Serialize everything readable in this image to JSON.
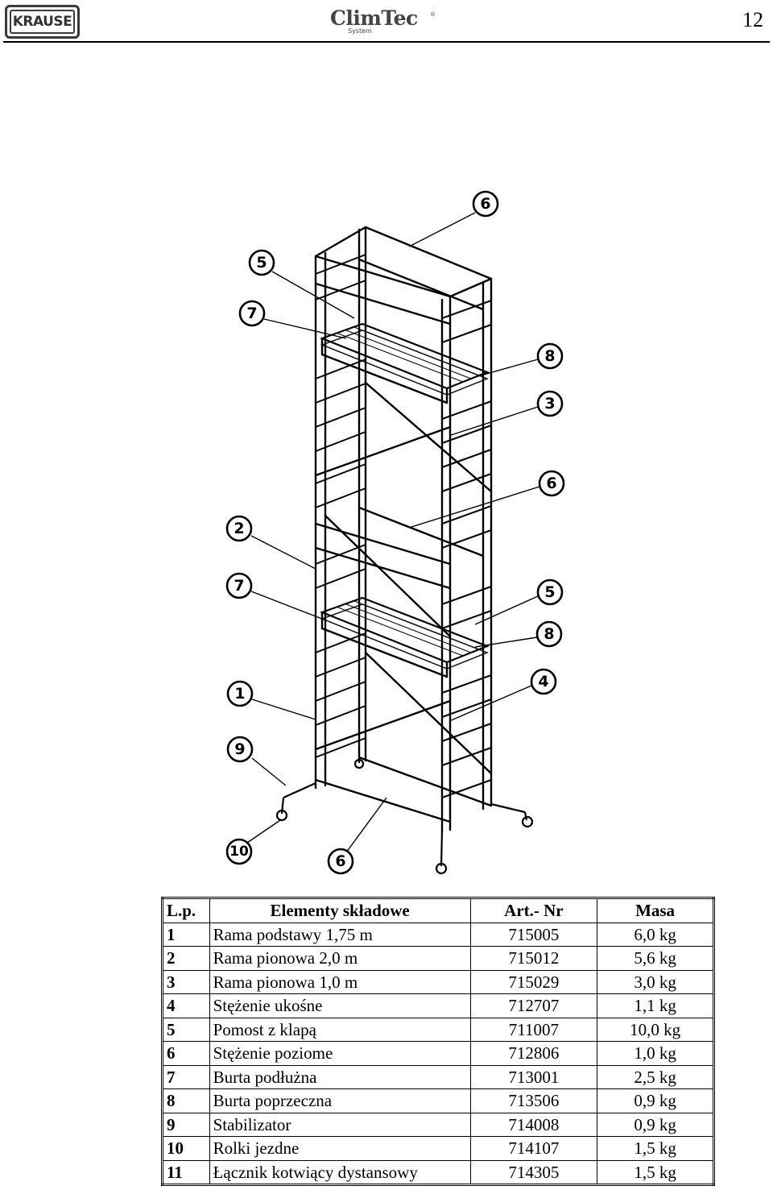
{
  "header": {
    "logo_left": "KRAUSE",
    "logo_center": "ClimTec",
    "logo_center_sub": "System",
    "page_number": "12"
  },
  "callouts": [
    {
      "label": "6"
    },
    {
      "label": "5"
    },
    {
      "label": "7"
    },
    {
      "label": "8"
    },
    {
      "label": "3"
    },
    {
      "label": "6"
    },
    {
      "label": "2"
    },
    {
      "label": "7"
    },
    {
      "label": "5"
    },
    {
      "label": "8"
    },
    {
      "label": "4"
    },
    {
      "label": "1"
    },
    {
      "label": "9"
    },
    {
      "label": "10"
    },
    {
      "label": "6"
    }
  ],
  "table": {
    "headers": {
      "lp": "L.p.",
      "name": "Elementy składowe",
      "art": "Art.- Nr",
      "mass": "Masa"
    },
    "rows": [
      {
        "lp": "1",
        "name": "Rama podstawy 1,75 m",
        "art": "715005",
        "mass": "6,0 kg"
      },
      {
        "lp": "2",
        "name": "Rama pionowa 2,0 m",
        "art": "715012",
        "mass": "5,6 kg"
      },
      {
        "lp": "3",
        "name": "Rama pionowa 1,0 m",
        "art": "715029",
        "mass": "3,0 kg"
      },
      {
        "lp": "4",
        "name": "Stężenie ukośne",
        "art": "712707",
        "mass": "1,1 kg"
      },
      {
        "lp": "5",
        "name": "Pomost z klapą",
        "art": "711007",
        "mass": "10,0 kg"
      },
      {
        "lp": "6",
        "name": "Stężenie poziome",
        "art": "712806",
        "mass": "1,0 kg"
      },
      {
        "lp": "7",
        "name": "Burta podłużna",
        "art": "713001",
        "mass": "2,5 kg"
      },
      {
        "lp": "8",
        "name": "Burta poprzeczna",
        "art": "713506",
        "mass": "0,9 kg"
      },
      {
        "lp": "9",
        "name": "Stabilizator",
        "art": "714008",
        "mass": "0,9 kg"
      },
      {
        "lp": "10",
        "name": "Rolki jezdne",
        "art": "714107",
        "mass": "1,5 kg"
      },
      {
        "lp": "11",
        "name": "Łącznik kotwiący dystansowy",
        "art": "714305",
        "mass": "1,5 kg"
      }
    ]
  }
}
